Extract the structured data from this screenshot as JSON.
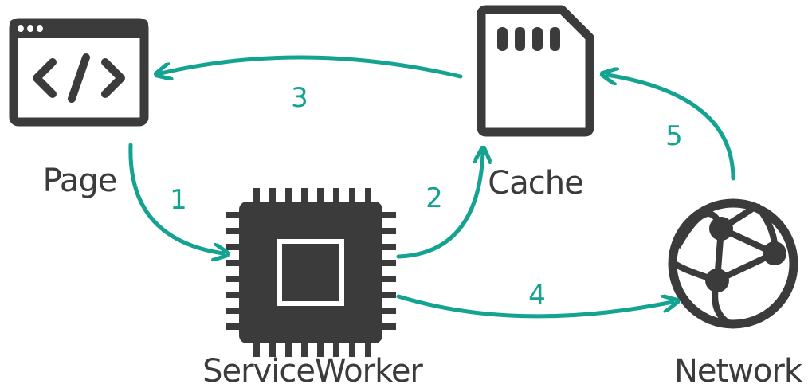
{
  "nodes": {
    "page": {
      "label": "Page",
      "icon": "browser-code-icon"
    },
    "service_worker": {
      "label": "ServiceWorker",
      "icon": "chip-icon"
    },
    "cache": {
      "label": "Cache",
      "icon": "sd-card-icon"
    },
    "network": {
      "label": "Network",
      "icon": "network-globe-icon"
    }
  },
  "steps": [
    {
      "label": "1",
      "from": "Page",
      "to": "ServiceWorker"
    },
    {
      "label": "2",
      "from": "ServiceWorker",
      "to": "Cache"
    },
    {
      "label": "3",
      "from": "Cache",
      "to": "Page"
    },
    {
      "label": "4",
      "from": "ServiceWorker",
      "to": "Network"
    },
    {
      "label": "5",
      "from": "Network",
      "to": "Cache"
    }
  ],
  "colors": {
    "accent": "#14a391",
    "icon": "#3b3b3b",
    "background": "#ffffff"
  }
}
